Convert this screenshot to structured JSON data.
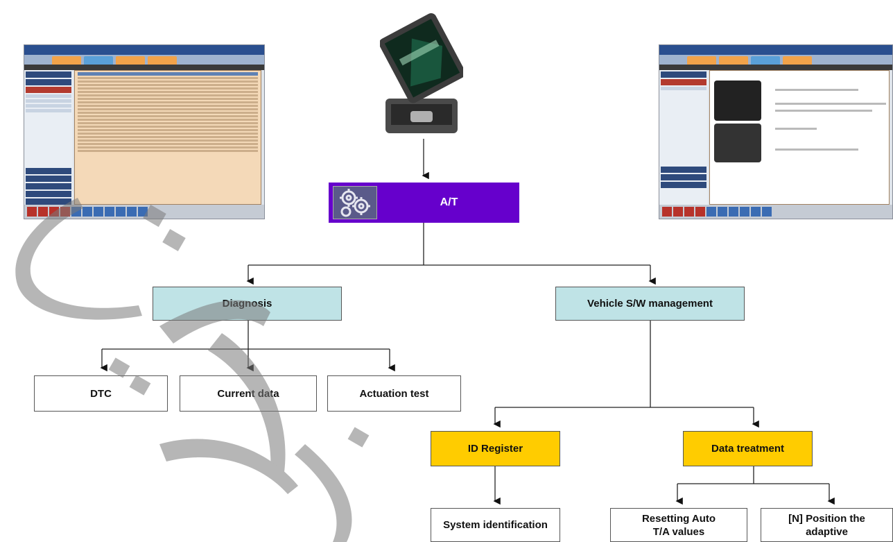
{
  "root": {
    "label": "A/T"
  },
  "level1": {
    "diagnosis": "Diagnosis",
    "vehicle_sw": "Vehicle S/W management"
  },
  "diagnosis_children": {
    "dtc": "DTC",
    "current_data": "Current data",
    "actuation_test": "Actuation test"
  },
  "sw_children": {
    "id_register": "ID Register",
    "data_treatment": "Data treatment"
  },
  "id_register_children": {
    "system_identification": "System identification"
  },
  "data_treatment_children": {
    "resetting": "Resetting Auto\nT/A values",
    "n_position": "[N] Position the\nadaptive"
  },
  "colors": {
    "root_fill": "#6600cc",
    "level1_fill": "#bfe3e6",
    "yellow_fill": "#ffcc00",
    "leaf_fill": "#ffffff"
  },
  "icons": {
    "root": "gears-icon",
    "top_device": "rugged-laptop-icon"
  }
}
